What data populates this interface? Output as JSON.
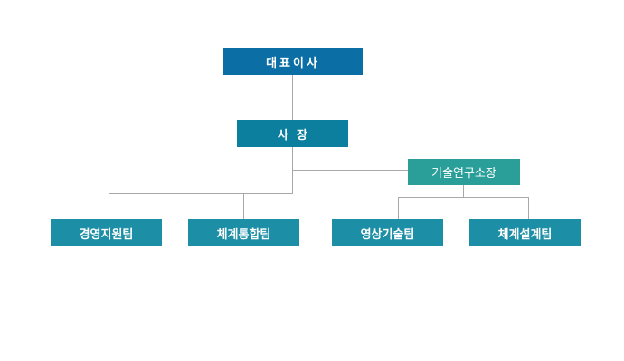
{
  "org": {
    "ceo": "대표이사",
    "president": "사  장",
    "lab_director": "기술연구소장",
    "teams": [
      "경영지원팀",
      "체계통합팀",
      "영상기술팀",
      "체계설계팀"
    ]
  },
  "colors": {
    "ceo_box": "#0b6fa6",
    "president_box": "#0b7f9d",
    "lab_box": "#2a9f99",
    "team_box": "#1c8ea5",
    "connector": "#a8a8a8"
  }
}
